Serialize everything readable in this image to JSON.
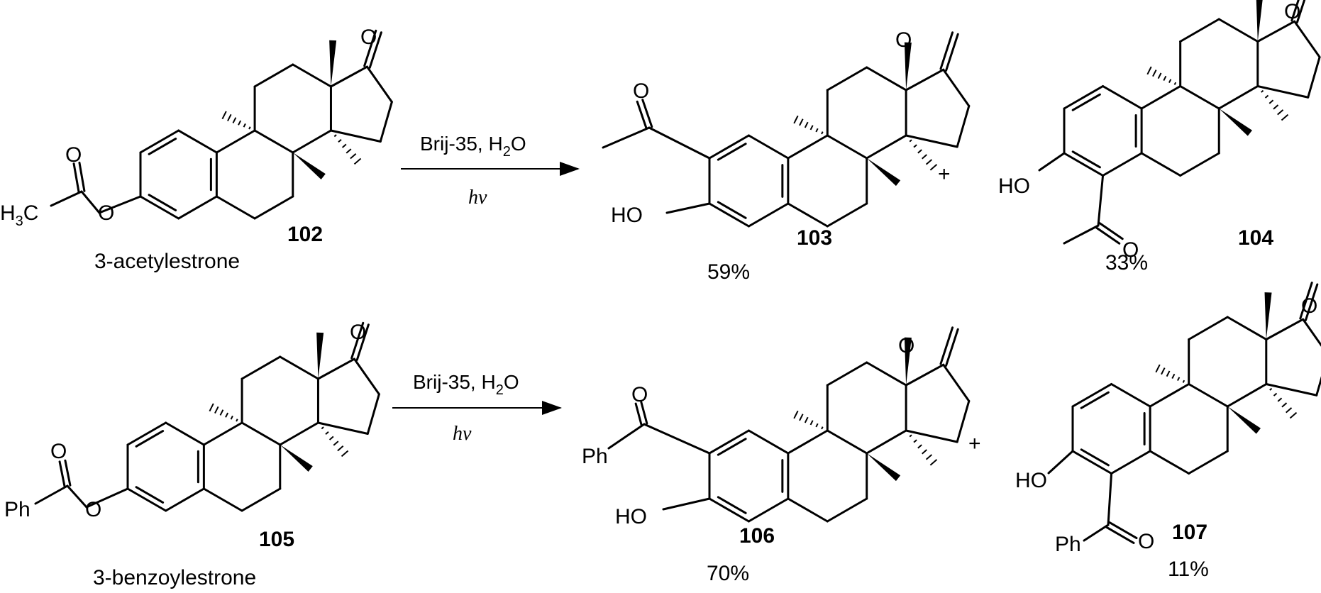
{
  "reactions": [
    {
      "starting_material": {
        "name": "3-acetylestrone",
        "number": "102",
        "substituent": "H3C"
      },
      "conditions": {
        "reagent": "Brij-35, H",
        "reagent_sub": "2",
        "reagent_tail": "O",
        "light": "hv"
      },
      "product_a": {
        "number": "103",
        "yield": "59%",
        "oh": "HO"
      },
      "plus": "+",
      "product_b": {
        "number": "104",
        "yield": "33%",
        "oh": "HO"
      }
    },
    {
      "starting_material": {
        "name": "3-benzoylestrone",
        "number": "105",
        "substituent": "Ph"
      },
      "conditions": {
        "reagent": "Brij-35, H",
        "reagent_sub": "2",
        "reagent_tail": "O",
        "light": "hv"
      },
      "product_a": {
        "number": "106",
        "yield": "70%",
        "oh": "HO",
        "acyl": "Ph"
      },
      "plus": "+",
      "product_b": {
        "number": "107",
        "yield": "11%",
        "oh": "HO",
        "acyl": "Ph"
      }
    }
  ],
  "atoms": {
    "oxygen": "O",
    "methyl_h": "H",
    "methyl_sub": "3",
    "methyl_c": "C"
  }
}
